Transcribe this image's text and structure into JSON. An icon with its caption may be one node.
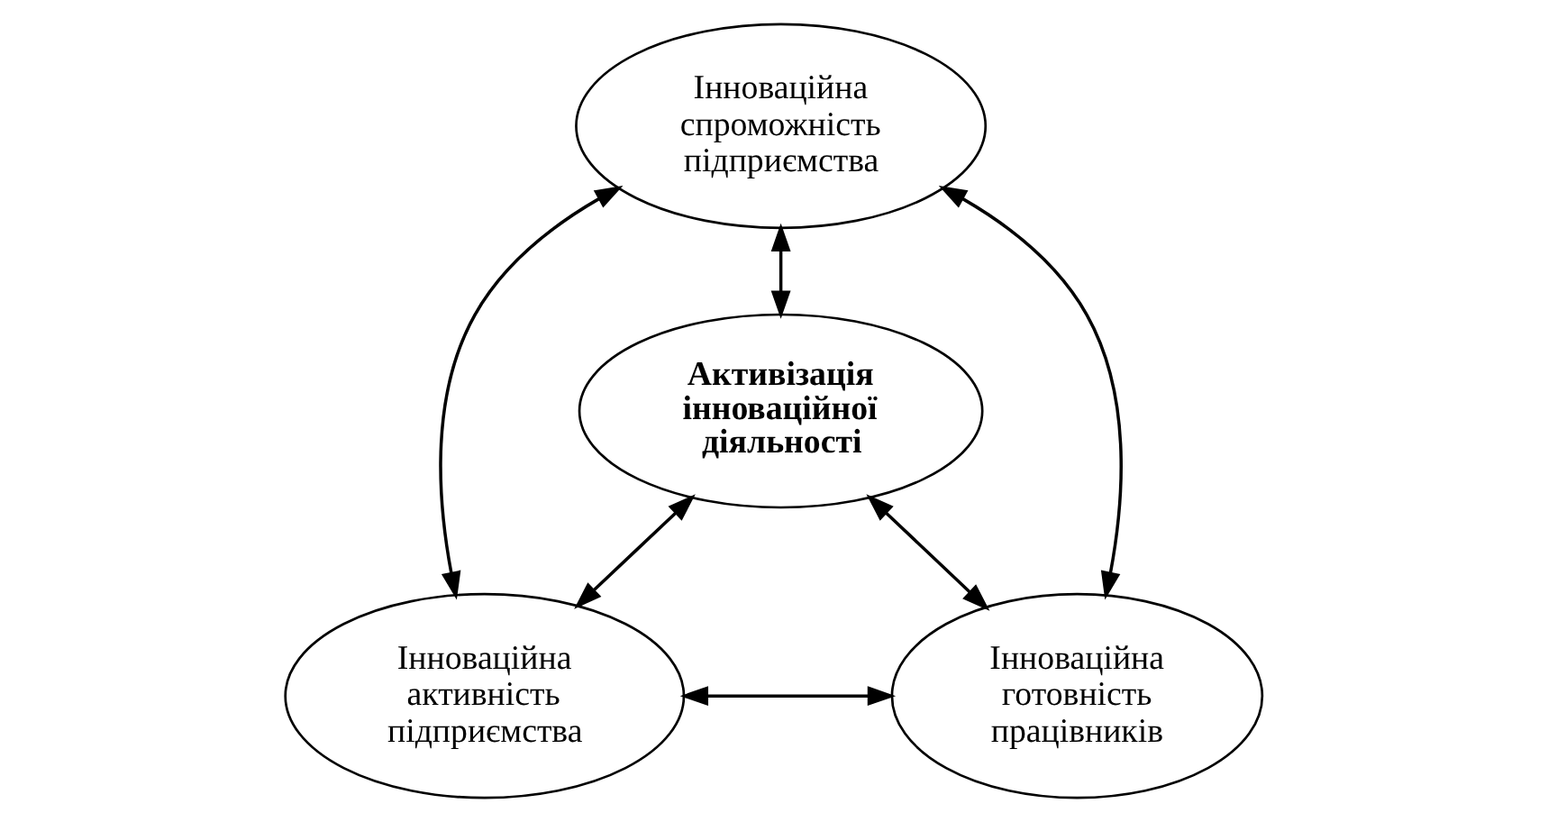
{
  "diagram": {
    "nodes": [
      {
        "text": [
          "Інноваційна спроможність підприємства"
        ]
      },
      {
        "text": [
          "Активізація інноваційної діяльності"
        ]
      },
      {
        "text": [
          "Інноваційна активність підприємства"
        ]
      },
      {
        "text": [
          "Інноваційна готовність працівників"
        ]
      }
    ],
    "edges": [
      {
        "from": 0,
        "to": 2,
        "arrow": "both"
      },
      {
        "from": 0,
        "to": 3,
        "arrow": "both"
      },
      {
        "from": 0,
        "to": 1,
        "arrow": "both"
      },
      {
        "from": 1,
        "to": 2,
        "arrow": "both"
      },
      {
        "from": 1,
        "to": 3,
        "arrow": "both"
      },
      {
        "from": 2,
        "to": 3,
        "arrow": "both"
      }
    ]
  }
}
